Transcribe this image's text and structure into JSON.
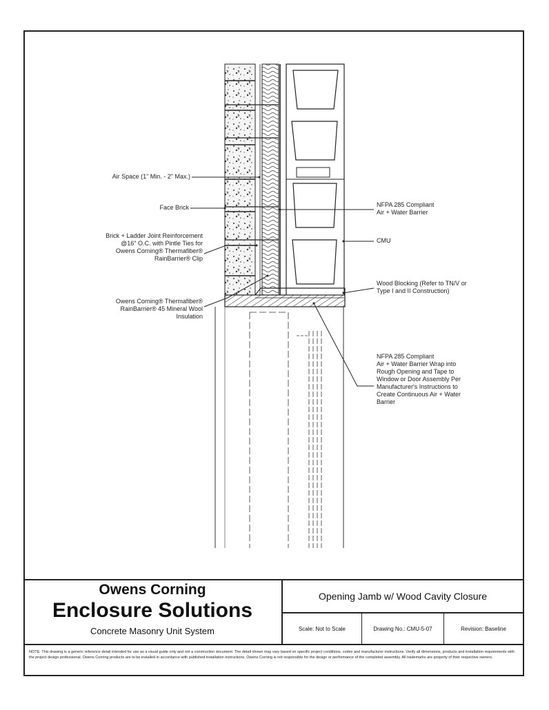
{
  "callouts": {
    "air_space": "Air Space (1\" Min. - 2\" Max.)",
    "face_brick": "Face Brick",
    "reinforcement": "Brick + Ladder Joint Reinforcement\n@16\" O.C. with Pintle Ties for\nOwens Corning® Thermafiber®\nRainBarrier® Clip",
    "rainbarrier": "Owens Corning® Thermafiber®\nRainBarrier® 45 Mineral Wool\nInsulation",
    "nfpa_barrier": "NFPA 285 Compliant\nAir + Water Barrier",
    "cmu": "CMU",
    "wood_blocking": "Wood Blocking (Refer to TN/V or\nType I and II Construction)",
    "wrap": "NFPA 285 Compliant\nAir + Water Barrier Wrap into\nRough Opening and Tape to\nWindow or Door Assembly Per\nManufacturer's Instructions to\nCreate Continuous Air + Water\nBarrier"
  },
  "title_block": {
    "company": "Owens Corning",
    "product_line": "Enclosure Solutions",
    "system": "Concrete Masonry Unit System",
    "detail_title": "Opening Jamb w/ Wood Cavity Closure",
    "scale": "Scale: Not to Scale",
    "drawing_number": "Drawing No.: CMU-5-07",
    "revision": "Revision: Baseline"
  },
  "notes": "NOTE: This drawing is a generic reference detail intended for use as a visual guide only and not a construction document. The detail shown may vary based on specific project conditions, codes and manufacturer instructions. Verify all dimensions, products and installation requirements with the project design professional. Owens Corning products are to be installed in accordance with published installation instructions. Owens Corning is not responsible for the design or performance of the completed assembly. All trademarks are property of their respective owners."
}
